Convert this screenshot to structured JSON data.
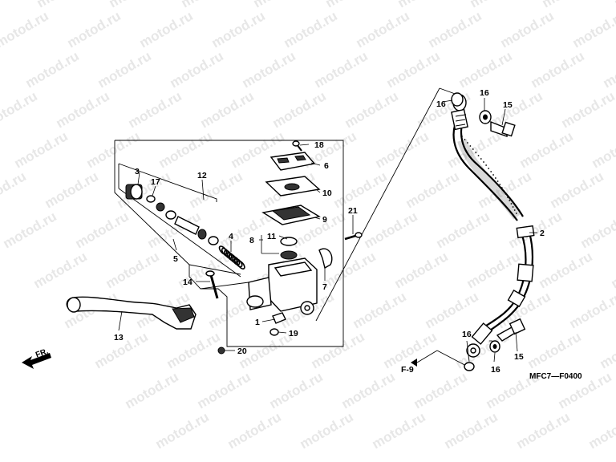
{
  "watermark": "motod.ru",
  "diagram_code": "MFC7—F0400",
  "direction_label": "FR.",
  "ref_label": "F-9",
  "callouts": {
    "c1": "1",
    "c2": "2",
    "c3": "3",
    "c4": "4",
    "c5": "5",
    "c6": "6",
    "c7": "7",
    "c8": "8",
    "c9": "9",
    "c10": "10",
    "c11": "11",
    "c12": "12",
    "c13": "13",
    "c14": "14",
    "c15a": "15",
    "c15b": "15",
    "c16a": "16",
    "c16b": "16",
    "c16c": "16",
    "c16d": "16",
    "c17": "17",
    "c18": "18",
    "c19": "19",
    "c20": "20",
    "c21": "21"
  }
}
